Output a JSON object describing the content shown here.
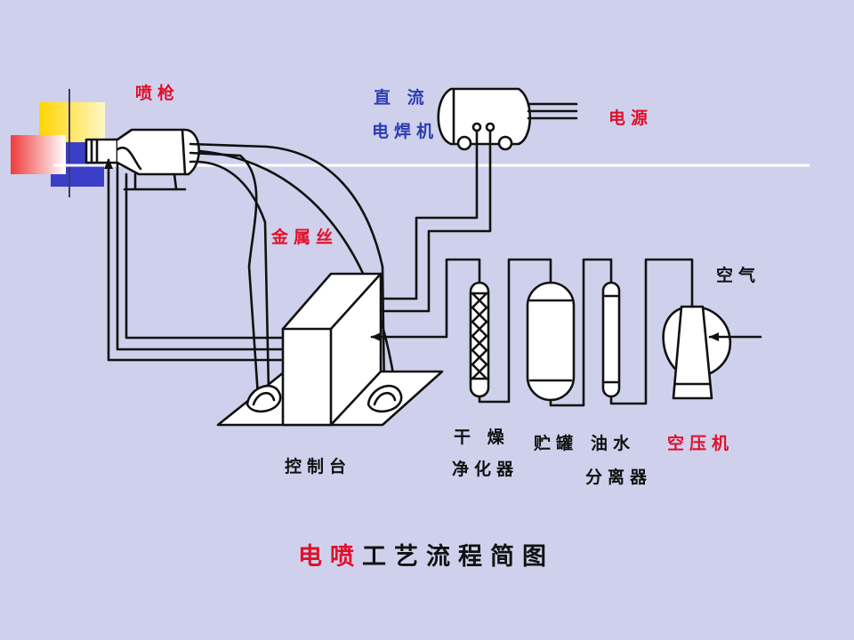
{
  "title": {
    "red_part": "电喷",
    "black_part": "工艺流程简图"
  },
  "labels": {
    "spray_gun": "喷枪",
    "dc_welder_line1": "直 流",
    "dc_welder_line2": "电焊机",
    "power_source": "电源",
    "metal_wire": "金属丝",
    "air": "空气",
    "control_console": "控制台",
    "dryer_line1": "干 燥",
    "dryer_line2": "净化器",
    "storage_tank": "贮罐",
    "oil_water_line1": "油水",
    "oil_water_line2": "分离器",
    "air_compressor": "空压机"
  },
  "colors": {
    "background": "#cfd1ec",
    "title_red": "#e0102a",
    "label_blue": "#2d3cb0",
    "deco_yellow": "#ffd400",
    "deco_blue": "#3b3fc8",
    "deco_red": "#f04a4a"
  }
}
